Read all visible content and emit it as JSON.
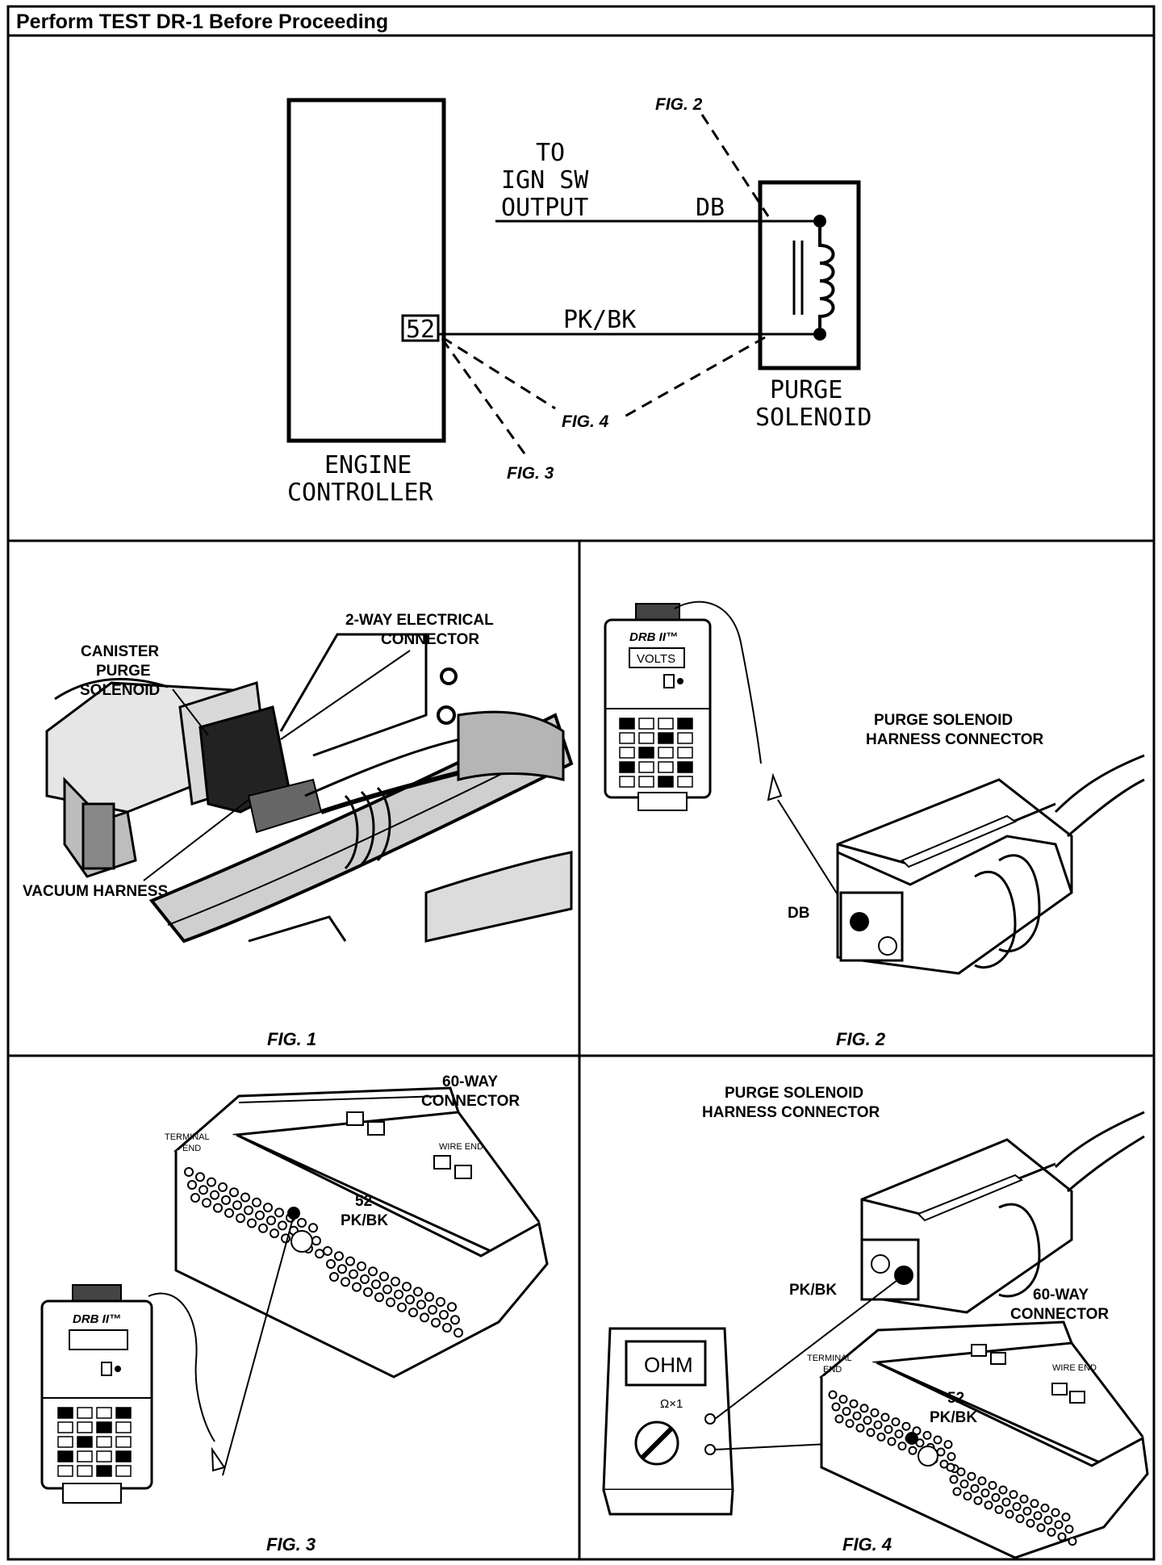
{
  "header": {
    "title": "Perform TEST DR-1 Before Proceeding"
  },
  "schematic": {
    "engine_controller": [
      "ENGINE",
      "CONTROLLER"
    ],
    "pin": "52",
    "ign_label": [
      "TO",
      "IGN SW",
      "OUTPUT"
    ],
    "wire_db": "DB",
    "wire_pkbk": "PK/BK",
    "purge_solenoid": [
      "PURGE",
      "SOLENOID"
    ],
    "fig_refs": {
      "fig2": "FIG. 2",
      "fig3": "FIG. 3",
      "fig4": "FIG. 4"
    }
  },
  "panels": {
    "fig1": {
      "caption": "FIG. 1",
      "canister": [
        "CANISTER",
        "PURGE",
        "SOLENOID"
      ],
      "electrical": [
        "2-WAY ELECTRICAL",
        "CONNECTOR"
      ],
      "vacuum": "VACUUM HARNESS"
    },
    "fig2": {
      "caption": "FIG. 2",
      "tester_brand": "DRB II™",
      "tester_display": "VOLTS",
      "harness": [
        "PURGE SOLENOID",
        "HARNESS CONNECTOR"
      ],
      "db": "DB"
    },
    "fig3": {
      "caption": "FIG. 3",
      "tester_brand": "DRB II™",
      "connector": [
        "60-WAY",
        "CONNECTOR"
      ],
      "terminal_end": [
        "TERMINAL",
        "END"
      ],
      "wire_end": "WIRE END",
      "pin": [
        "52",
        "PK/BK"
      ]
    },
    "fig4": {
      "caption": "FIG. 4",
      "harness": [
        "PURGE SOLENOID",
        "HARNESS CONNECTOR"
      ],
      "meter_display": "OHM",
      "meter_range": "Ω×1",
      "wire": "PK/BK",
      "connector": [
        "60-WAY",
        "CONNECTOR"
      ],
      "terminal_end": [
        "TERMINAL",
        "END"
      ],
      "wire_end": "WIRE END",
      "pin": [
        "52",
        "PK/BK"
      ]
    }
  }
}
